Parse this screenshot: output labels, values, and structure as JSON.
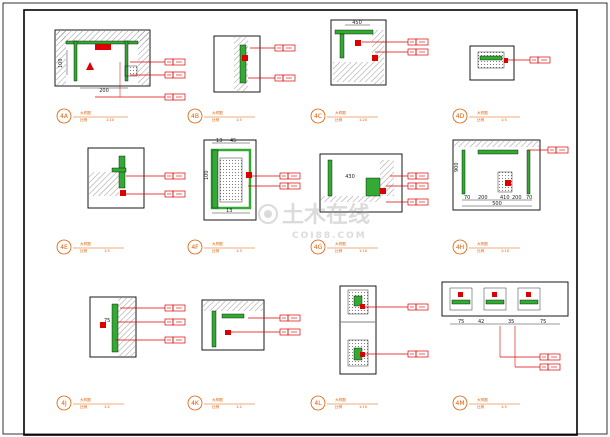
{
  "watermark": {
    "main": "土木在线",
    "sub": "COI88.COM"
  },
  "details": [
    {
      "id": "4A",
      "title": "大样图",
      "scale_label": "比例",
      "scale": "1:10"
    },
    {
      "id": "4B",
      "title": "大样图",
      "scale_label": "比例",
      "scale": "1:5"
    },
    {
      "id": "4C",
      "title": "大样图",
      "scale_label": "比例",
      "scale": "1:20"
    },
    {
      "id": "4D",
      "title": "大样图",
      "scale_label": "比例",
      "scale": "1:5"
    },
    {
      "id": "4E",
      "title": "大样图",
      "scale_label": "比例",
      "scale": "1:5"
    },
    {
      "id": "4F",
      "title": "大样图",
      "scale_label": "比例",
      "scale": "1:3"
    },
    {
      "id": "4G",
      "title": "大样图",
      "scale_label": "比例",
      "scale": "1:10"
    },
    {
      "id": "4H",
      "title": "大样图",
      "scale_label": "比例",
      "scale": "1:10"
    },
    {
      "id": "4J",
      "title": "大样图",
      "scale_label": "比例",
      "scale": "1:2"
    },
    {
      "id": "4K",
      "title": "大样图",
      "scale_label": "比例",
      "scale": "1:2"
    },
    {
      "id": "4L",
      "title": "大样图",
      "scale_label": "比例",
      "scale": "1:10"
    },
    {
      "id": "4M",
      "title": "大样图",
      "scale_label": "比例",
      "scale": "1:5"
    }
  ],
  "dims": {
    "d4a_v": "100",
    "d4a_h": "200",
    "d4c_top": "450",
    "d4f_a": "13",
    "d4f_b": "45",
    "d4f_c": "13",
    "d4f_v": "100",
    "d4g_h": "430",
    "d4h_a": "70",
    "d4h_b": "200",
    "d4h_c": "410",
    "d4h_d": "200",
    "d4h_e": "70",
    "d4h_total": "500",
    "d4h_v": "900",
    "d4j_a": "75",
    "d4m_a": "75",
    "d4m_b": "42",
    "d4m_c": "35",
    "d4m_d": "75"
  }
}
